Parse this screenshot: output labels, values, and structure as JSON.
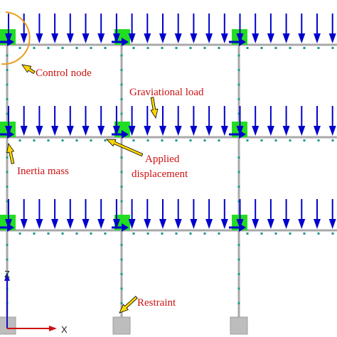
{
  "labels": {
    "control_node": "Control node",
    "gravitational_load": "Graviational load",
    "applied_displacement_line1": "Applied",
    "applied_displacement_line2": "displacement",
    "inertia_mass": "Inertia mass",
    "restraint": "Restraint"
  },
  "axes": {
    "vertical": "Z",
    "horizontal": "X"
  },
  "colors": {
    "frame": "#a9a9a9",
    "load_arrow": "#0000cc",
    "node_mass": "#22dd22",
    "fiber_node": "#1a9a8a",
    "annotation": "#cc1111",
    "leader_fill": "#ffd700",
    "leader_stroke": "#000000",
    "control_circle": "#e8a020",
    "support": "#bdbdbd",
    "axis_z": "#1010cc",
    "axis_x": "#cc1111"
  },
  "structure": {
    "storeys": 3,
    "bays": 2
  },
  "icons": [
    "load-arrow-icon",
    "applied-displacement-arrow-icon",
    "mass-node-icon",
    "restraint-support-icon",
    "leader-arrow-icon",
    "axis-triad-icon"
  ]
}
